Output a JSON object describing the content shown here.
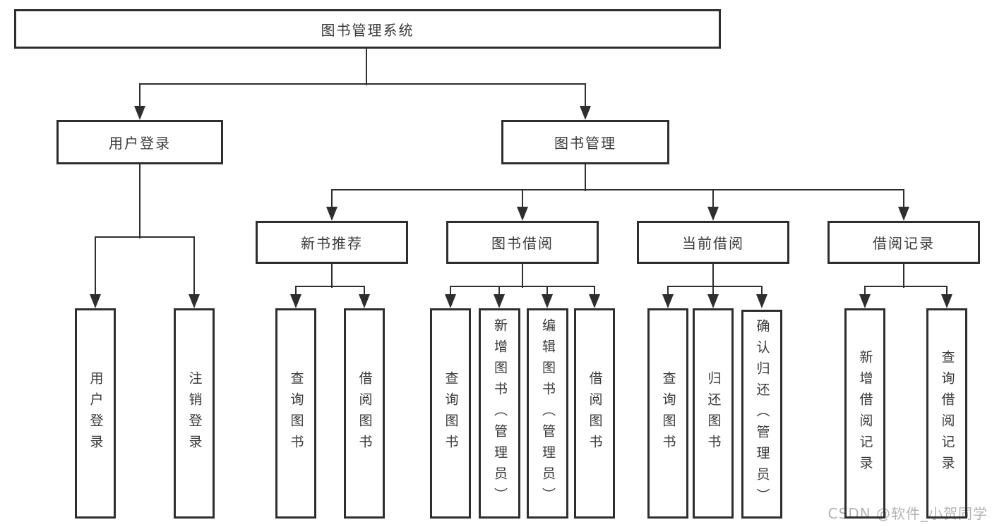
{
  "colors": {
    "line": "#2e2e2e",
    "box_border": "#2e2e2e",
    "text": "#3a3a3a",
    "watermark": "#b3b3b3",
    "background": "#ffffff"
  },
  "tree": {
    "root": "图书管理系统",
    "children": [
      {
        "label": "用户登录",
        "children": [
          "用户登录",
          "注销登录"
        ]
      },
      {
        "label": "图书管理",
        "children": [
          {
            "label": "新书推荐",
            "children": [
              "查询图书",
              "借阅图书"
            ]
          },
          {
            "label": "图书借阅",
            "children": [
              "查询图书",
              "新增图书（管理员）",
              "编辑图书（管理员）",
              "借阅图书"
            ]
          },
          {
            "label": "当前借阅",
            "children": [
              "查询图书",
              "归还图书",
              "确认归还（管理员）"
            ]
          },
          {
            "label": "借阅记录",
            "children": [
              "新增借阅记录",
              "查询借阅记录"
            ]
          }
        ]
      }
    ]
  },
  "watermark": "CSDN @软件_小贺同学"
}
